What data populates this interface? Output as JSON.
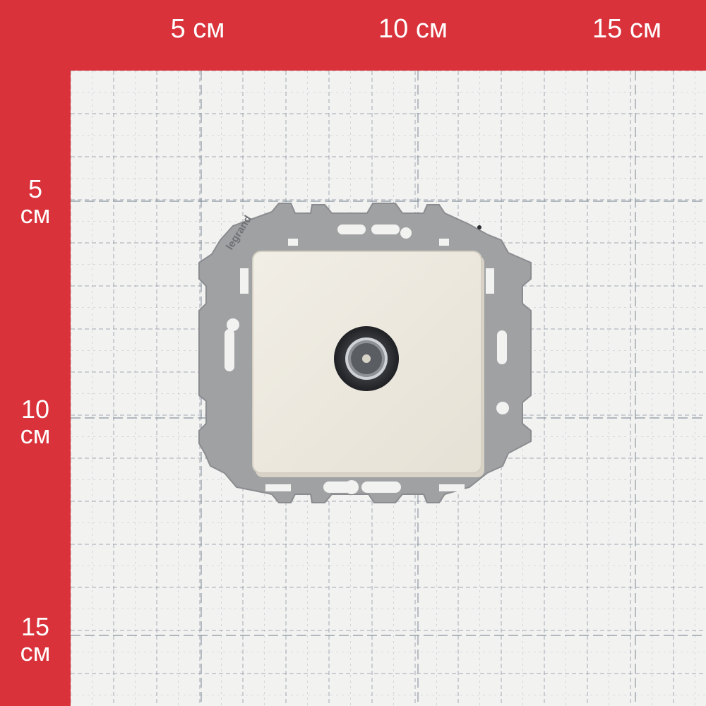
{
  "ruler": {
    "top": [
      "5 см",
      "10 см",
      "15 см"
    ],
    "left": [
      {
        "num": "5",
        "unit": "см"
      },
      {
        "num": "10",
        "unit": "см"
      },
      {
        "num": "15",
        "unit": "см"
      }
    ]
  },
  "product": {
    "brand_mark": "legrand",
    "frame_color": "#9fa1a3",
    "cover_color": "#ece8dd",
    "connector_color": "#2b2d31"
  },
  "colors": {
    "ruler_red": "#d9323a",
    "grid_bg": "#f2f2f1",
    "grid_line": "#7f8c98"
  }
}
